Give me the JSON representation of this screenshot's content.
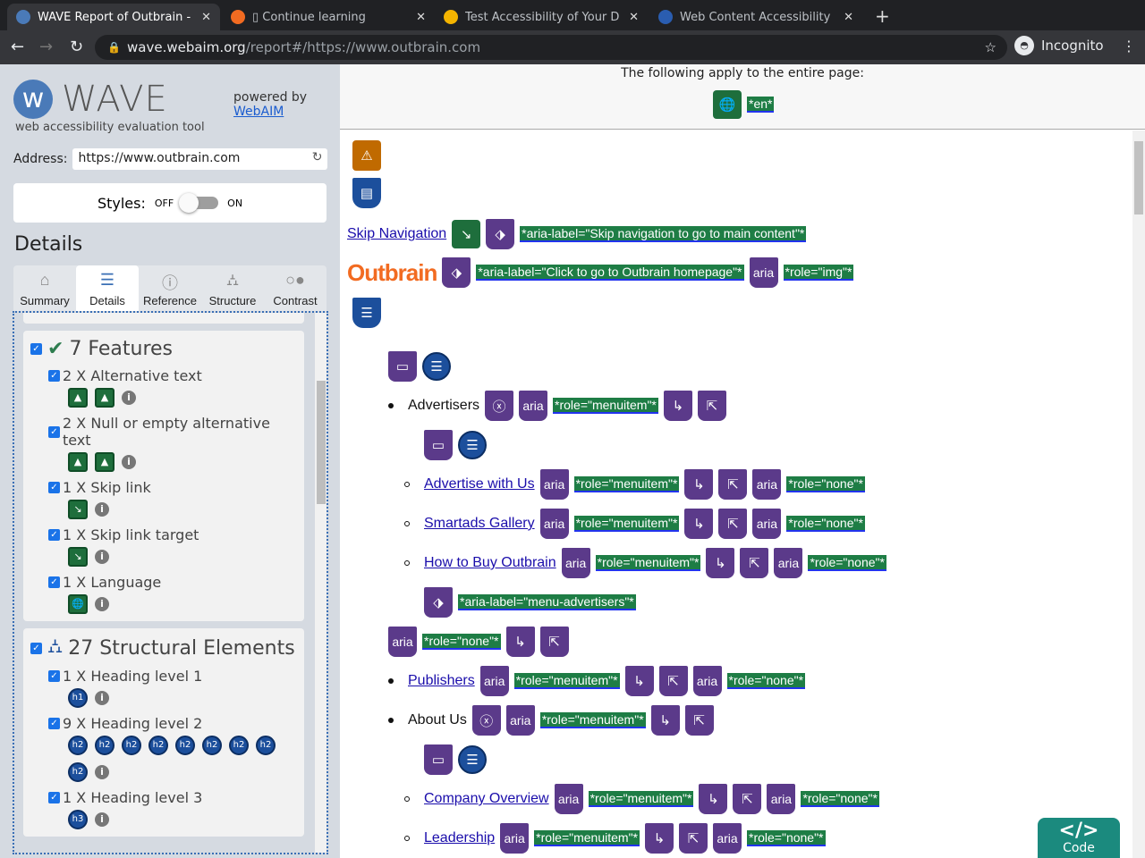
{
  "browser": {
    "tabs": [
      {
        "title": "WAVE Report of Outbrain - Outbrain",
        "active": true,
        "color": "#4a7ab8"
      },
      {
        "title": "▯ Continue learning",
        "color": "#f26b21"
      },
      {
        "title": "Test Accessibility of Your D",
        "color": "#f4b400"
      },
      {
        "title": "Web Content Accessibility",
        "color": "#2a5db0"
      }
    ],
    "url_host": "wave.webaim.org",
    "url_path": "/report#/https://www.outbrain.com",
    "profile": "Incognito"
  },
  "sidebar": {
    "logo": "WAVE",
    "tagline": "web accessibility evaluation tool",
    "powered_by": "powered by",
    "webaim": "WebAIM",
    "address_label": "Address:",
    "address_value": "https://www.outbrain.com",
    "styles_label": "Styles:",
    "off": "OFF",
    "on": "ON",
    "details_heading": "Details",
    "tabs": [
      {
        "label": "Summary",
        "icon": "⌂"
      },
      {
        "label": "Details",
        "icon": "☰"
      },
      {
        "label": "Reference",
        "icon": "ⓘ"
      },
      {
        "label": "Structure",
        "icon": "⛼"
      },
      {
        "label": "Contrast",
        "icon": "○●"
      }
    ],
    "groups": [
      {
        "title": "7 Features",
        "icon": "✔",
        "items": [
          {
            "label": "2 X Alternative text",
            "icons": [
              "▲",
              "▲"
            ]
          },
          {
            "label": "2 X Null or empty alternative text",
            "icons": [
              "▲",
              "▲"
            ]
          },
          {
            "label": "1 X Skip link",
            "icons": [
              "↘"
            ]
          },
          {
            "label": "1 X Skip link target",
            "icons": [
              "↘"
            ]
          },
          {
            "label": "1 X Language",
            "icons": [
              "🌐"
            ]
          }
        ]
      },
      {
        "title": "27 Structural Elements",
        "icon": "⛼",
        "items": [
          {
            "label": "1 X Heading level 1",
            "icons": [
              "h1"
            ],
            "round": true
          },
          {
            "label": "9 X Heading level 2",
            "icons": [
              "h2",
              "h2",
              "h2",
              "h2",
              "h2",
              "h2",
              "h2",
              "h2",
              "h2"
            ],
            "round": true
          },
          {
            "label": "1 X Heading level 3",
            "icons": [
              "h3"
            ],
            "round": true
          }
        ]
      }
    ]
  },
  "main": {
    "page_note": "The following apply to the entire page:",
    "lang_tag": "*en*",
    "rows": [
      {
        "indent": 0,
        "items": [
          {
            "k": "orange",
            "t": "⚠"
          }
        ]
      },
      {
        "indent": 0,
        "items": [
          {
            "k": "shield",
            "t": "▤"
          }
        ]
      },
      {
        "indent": 0,
        "items": [
          {
            "k": "link",
            "t": "Skip Navigation"
          },
          {
            "k": "green",
            "t": "↘"
          },
          {
            "k": "purple",
            "t": "⬗"
          },
          {
            "k": "tag",
            "t": "*aria-label=\"Skip navigation to go to main content\"*"
          }
        ]
      },
      {
        "indent": 0,
        "items": [
          {
            "k": "logo",
            "t": "Outbrain"
          },
          {
            "k": "purple",
            "t": "⬗"
          },
          {
            "k": "tag",
            "t": "*aria-label=\"Click to go to Outbrain homepage\"*"
          },
          {
            "k": "purple",
            "t": "aria"
          },
          {
            "k": "tag",
            "t": "*role=\"img\"*"
          }
        ]
      },
      {
        "indent": 0,
        "items": [
          {
            "k": "shield",
            "t": "☰"
          }
        ]
      },
      {
        "indent": 1,
        "items": [
          {
            "k": "purple",
            "t": "▭"
          },
          {
            "k": "blue",
            "t": "☰"
          }
        ]
      },
      {
        "indent": 1,
        "items": [
          {
            "k": "bullet"
          },
          {
            "k": "text",
            "t": "Advertisers"
          },
          {
            "k": "purple",
            "t": "ⓧ"
          },
          {
            "k": "purple",
            "t": "aria"
          },
          {
            "k": "tag",
            "t": "*role=\"menuitem\"*"
          },
          {
            "k": "purple",
            "t": "↳"
          },
          {
            "k": "purple",
            "t": "⇱"
          }
        ]
      },
      {
        "indent": 2,
        "items": [
          {
            "k": "purple",
            "t": "▭"
          },
          {
            "k": "blue",
            "t": "☰"
          }
        ]
      },
      {
        "indent": 3,
        "items": [
          {
            "k": "cbullet"
          },
          {
            "k": "link",
            "t": "Advertise with Us"
          },
          {
            "k": "purple",
            "t": "aria"
          },
          {
            "k": "tag",
            "t": "*role=\"menuitem\"*"
          },
          {
            "k": "purple",
            "t": "↳"
          },
          {
            "k": "purple",
            "t": "⇱"
          },
          {
            "k": "purple",
            "t": "aria"
          },
          {
            "k": "tag",
            "t": "*role=\"none\"*"
          }
        ]
      },
      {
        "indent": 3,
        "items": [
          {
            "k": "cbullet"
          },
          {
            "k": "link",
            "t": "Smartads Gallery"
          },
          {
            "k": "purple",
            "t": "aria"
          },
          {
            "k": "tag",
            "t": "*role=\"menuitem\"*"
          },
          {
            "k": "purple",
            "t": "↳"
          },
          {
            "k": "purple",
            "t": "⇱"
          },
          {
            "k": "purple",
            "t": "aria"
          },
          {
            "k": "tag",
            "t": "*role=\"none\"*"
          }
        ]
      },
      {
        "indent": 3,
        "items": [
          {
            "k": "cbullet"
          },
          {
            "k": "link",
            "t": "How to Buy Outbrain"
          },
          {
            "k": "purple",
            "t": "aria"
          },
          {
            "k": "tag",
            "t": "*role=\"menuitem\"*"
          },
          {
            "k": "purple",
            "t": "↳"
          },
          {
            "k": "purple",
            "t": "⇱"
          },
          {
            "k": "purple",
            "t": "aria"
          },
          {
            "k": "tag",
            "t": "*role=\"none\"*"
          }
        ]
      },
      {
        "indent": 2,
        "items": [
          {
            "k": "purple",
            "t": "⬗"
          },
          {
            "k": "tag",
            "t": "*aria-label=\"menu-advertisers\"*"
          }
        ]
      },
      {
        "indent": 1,
        "items": [
          {
            "k": "purple",
            "t": "aria"
          },
          {
            "k": "tag",
            "t": "*role=\"none\"*"
          },
          {
            "k": "purple",
            "t": "↳"
          },
          {
            "k": "purple",
            "t": "⇱"
          }
        ]
      },
      {
        "indent": 1,
        "items": [
          {
            "k": "bullet"
          },
          {
            "k": "link",
            "t": "Publishers"
          },
          {
            "k": "purple",
            "t": "aria"
          },
          {
            "k": "tag",
            "t": "*role=\"menuitem\"*"
          },
          {
            "k": "purple",
            "t": "↳"
          },
          {
            "k": "purple",
            "t": "⇱"
          },
          {
            "k": "purple",
            "t": "aria"
          },
          {
            "k": "tag",
            "t": "*role=\"none\"*"
          }
        ]
      },
      {
        "indent": 1,
        "items": [
          {
            "k": "bullet"
          },
          {
            "k": "text",
            "t": "About Us"
          },
          {
            "k": "purple",
            "t": "ⓧ"
          },
          {
            "k": "purple",
            "t": "aria"
          },
          {
            "k": "tag",
            "t": "*role=\"menuitem\"*"
          },
          {
            "k": "purple",
            "t": "↳"
          },
          {
            "k": "purple",
            "t": "⇱"
          }
        ]
      },
      {
        "indent": 2,
        "items": [
          {
            "k": "purple",
            "t": "▭"
          },
          {
            "k": "blue",
            "t": "☰"
          }
        ]
      },
      {
        "indent": 3,
        "items": [
          {
            "k": "cbullet"
          },
          {
            "k": "link",
            "t": "Company Overview"
          },
          {
            "k": "purple",
            "t": "aria"
          },
          {
            "k": "tag",
            "t": "*role=\"menuitem\"*"
          },
          {
            "k": "purple",
            "t": "↳"
          },
          {
            "k": "purple",
            "t": "⇱"
          },
          {
            "k": "purple",
            "t": "aria"
          },
          {
            "k": "tag",
            "t": "*role=\"none\"*"
          }
        ]
      },
      {
        "indent": 3,
        "items": [
          {
            "k": "cbullet"
          },
          {
            "k": "link",
            "t": "Leadership"
          },
          {
            "k": "purple",
            "t": "aria"
          },
          {
            "k": "tag",
            "t": "*role=\"menuitem\"*"
          },
          {
            "k": "purple",
            "t": "↳"
          },
          {
            "k": "purple",
            "t": "⇱"
          },
          {
            "k": "purple",
            "t": "aria"
          },
          {
            "k": "tag",
            "t": "*role=\"none\"*"
          }
        ]
      }
    ],
    "code_button": "Code",
    "code_icon": "</>"
  }
}
